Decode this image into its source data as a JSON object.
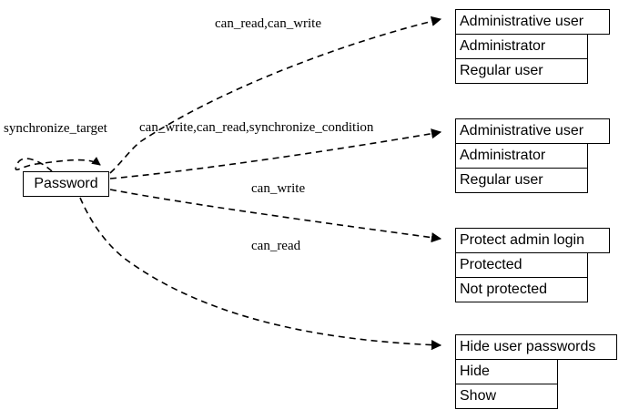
{
  "diagram": {
    "kind": "directed-graph",
    "background": "#ffffff",
    "line_color": "#000000",
    "text_color": "#000000",
    "source_node": {
      "label": "Password"
    },
    "edges": [
      {
        "id": "e-self",
        "label": "synchronize_target",
        "from": "Password",
        "to": "Password",
        "style": "dashed",
        "arrow": "normal"
      },
      {
        "id": "e-admin1",
        "label": "can_read,can_write",
        "from": "Password",
        "to": "Administrative user",
        "style": "dashed",
        "arrow": "normal"
      },
      {
        "id": "e-admin2",
        "label": "can_write,can_read,synchronize_condition",
        "from": "Password",
        "to": "Administrative user",
        "style": "dashed",
        "arrow": "normal"
      },
      {
        "id": "e-protect",
        "label": "can_write",
        "from": "Password",
        "to": "Protect admin login",
        "style": "dashed",
        "arrow": "normal"
      },
      {
        "id": "e-hide",
        "label": "can_read",
        "from": "Password",
        "to": "Hide user passwords",
        "style": "dashed",
        "arrow": "normal"
      }
    ],
    "record_nodes": [
      {
        "id": "admin-user-1",
        "header": "Administrative user",
        "rows": [
          "Administrator",
          "Regular user"
        ]
      },
      {
        "id": "admin-user-2",
        "header": "Administrative user",
        "rows": [
          "Administrator",
          "Regular user"
        ]
      },
      {
        "id": "protect-admin-login",
        "header": "Protect admin login",
        "rows": [
          "Protected",
          "Not protected"
        ]
      },
      {
        "id": "hide-user-passwords",
        "header": "Hide user passwords",
        "rows": [
          "Hide",
          "Show"
        ]
      }
    ]
  }
}
